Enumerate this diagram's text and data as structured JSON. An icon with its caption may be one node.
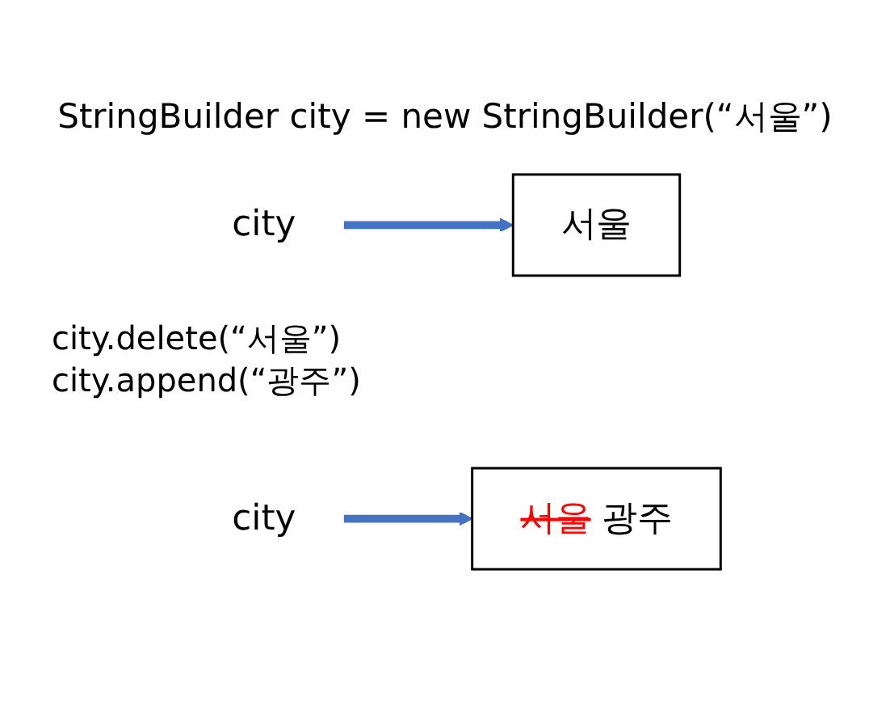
{
  "diagram": {
    "nodes": [
      {
        "text": [
          "city"
        ]
      },
      {
        "text": [
          "서울"
        ]
      },
      {
        "text": [
          "city"
        ]
      },
      {
        "text": [
          "서울",
          "광주"
        ]
      }
    ],
    "edges": [
      {
        "from": 0,
        "to": 1,
        "arrow": "to",
        "color": "#4472c4"
      },
      {
        "from": 2,
        "to": 3,
        "arrow": "to",
        "color": "#4472c4"
      }
    ],
    "labels": [
      "StringBuilder city = new StringBuilder(“서울”)",
      "city.delete(“서울”)",
      "city.append(“광주”)"
    ]
  }
}
